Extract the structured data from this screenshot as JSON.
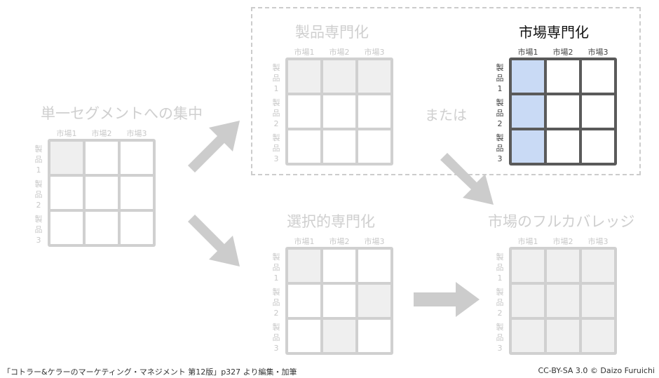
{
  "columns": [
    "市場1",
    "市場2",
    "市場3"
  ],
  "rows": [
    [
      "製",
      "品",
      "1"
    ],
    [
      "製",
      "品",
      "2"
    ],
    [
      "製",
      "品",
      "3"
    ]
  ],
  "panels": [
    {
      "id": "single-segment",
      "title": "単一セグメントへの集中",
      "active": false,
      "highlighted": [
        [
          0,
          0
        ]
      ]
    },
    {
      "id": "product-specialization",
      "title": "製品専門化",
      "active": false,
      "highlighted": [
        [
          0,
          0
        ],
        [
          0,
          1
        ],
        [
          0,
          2
        ]
      ]
    },
    {
      "id": "market-specialization",
      "title": "市場専門化",
      "active": true,
      "highlighted": [
        [
          0,
          0
        ],
        [
          1,
          0
        ],
        [
          2,
          0
        ]
      ]
    },
    {
      "id": "selective-specialization",
      "title": "選択的専門化",
      "active": false,
      "highlighted": [
        [
          0,
          0
        ],
        [
          1,
          2
        ],
        [
          2,
          1
        ]
      ]
    },
    {
      "id": "full-market-coverage",
      "title": "市場のフルカバレッジ",
      "active": false,
      "highlighted": [
        [
          0,
          0
        ],
        [
          0,
          1
        ],
        [
          0,
          2
        ],
        [
          1,
          0
        ],
        [
          1,
          1
        ],
        [
          1,
          2
        ],
        [
          2,
          0
        ],
        [
          2,
          1
        ],
        [
          2,
          2
        ]
      ]
    }
  ],
  "or_label": "または",
  "footer": {
    "source": "「コトラー&ケラーのマーケティング・マネジメント 第12版」p327 より編集・加筆",
    "license": "CC-BY-SA 3.0 © Daizo Furuichi"
  },
  "colors": {
    "faded": "#d0d0d0",
    "active_border": "#5a5a5a",
    "active_fill": "#c9daf5",
    "faded_fill": "#efefef"
  }
}
